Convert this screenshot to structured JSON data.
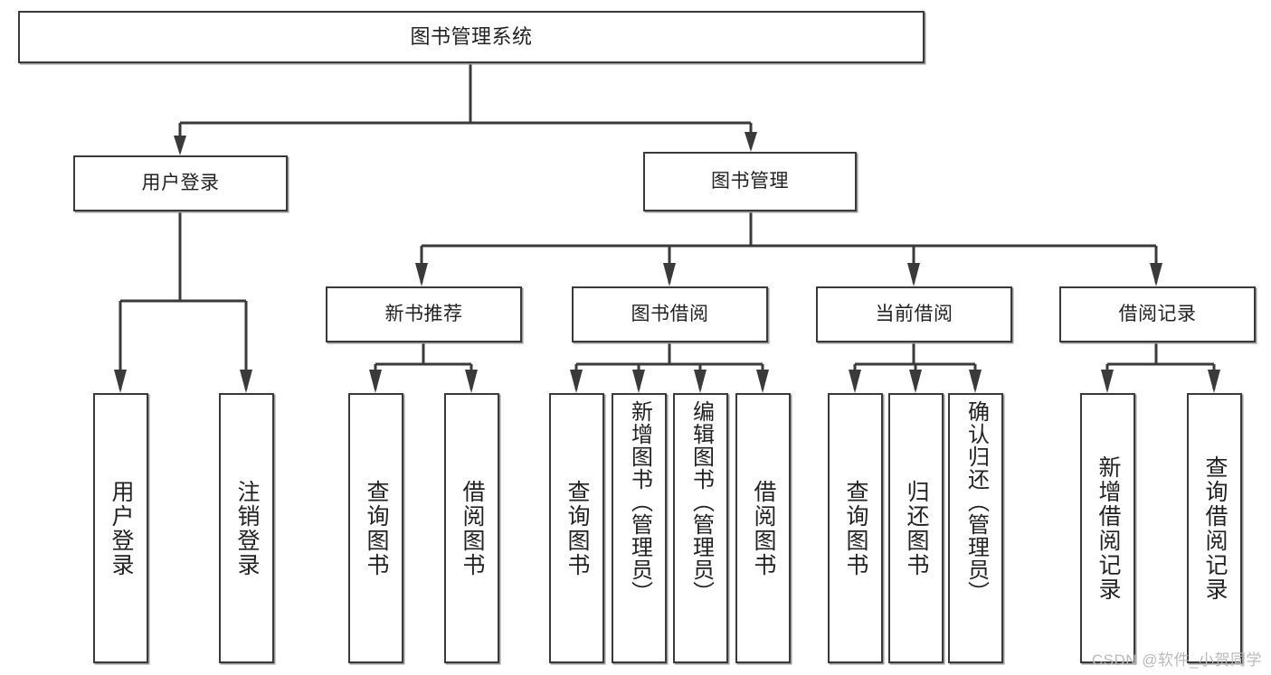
{
  "diagram": {
    "title": "图书管理系统",
    "watermark": "CSDN @软件_小贺同学",
    "type": "tree-hierarchy-chart",
    "colors": {
      "box_border": "#3a3a3a",
      "box_fill": "#ffffff",
      "connector": "#3a3a3a",
      "text": "#222222",
      "watermark": "#b9b9b9",
      "background": "#ffffff"
    },
    "root": {
      "id": "root",
      "label": "图书管理系统"
    },
    "level1": [
      {
        "id": "user-login",
        "label": "用户登录"
      },
      {
        "id": "book-management",
        "label": "图书管理"
      }
    ],
    "level2": [
      {
        "id": "new-book-recommend",
        "label": "新书推荐",
        "parent": "book-management"
      },
      {
        "id": "book-borrow",
        "label": "图书借阅",
        "parent": "book-management"
      },
      {
        "id": "current-borrow",
        "label": "当前借阅",
        "parent": "book-management"
      },
      {
        "id": "borrow-record",
        "label": "借阅记录",
        "parent": "book-management"
      }
    ],
    "leaves": {
      "user_login": [
        {
          "id": "leaf-user-login",
          "label": "用户登录"
        },
        {
          "id": "leaf-logout-login",
          "label": "注销登录"
        }
      ],
      "new_book_recommend": [
        {
          "id": "leaf-query-book-1",
          "label": "查询图书"
        },
        {
          "id": "leaf-borrow-book-1",
          "label": "借阅图书"
        }
      ],
      "book_borrow": [
        {
          "id": "leaf-query-book-2",
          "label": "查询图书"
        },
        {
          "id": "leaf-add-book",
          "label": "新增图书（管理员）"
        },
        {
          "id": "leaf-edit-book",
          "label": "编辑图书（管理员）"
        },
        {
          "id": "leaf-borrow-book-2",
          "label": "借阅图书"
        }
      ],
      "current_borrow": [
        {
          "id": "leaf-query-book-3",
          "label": "查询图书"
        },
        {
          "id": "leaf-return-book",
          "label": "归还图书"
        },
        {
          "id": "leaf-confirm-return",
          "label": "确认归还（管理员）"
        }
      ],
      "borrow_record": [
        {
          "id": "leaf-add-record",
          "label": "新增借阅记录"
        },
        {
          "id": "leaf-query-record",
          "label": "查询借阅记录"
        }
      ]
    }
  }
}
